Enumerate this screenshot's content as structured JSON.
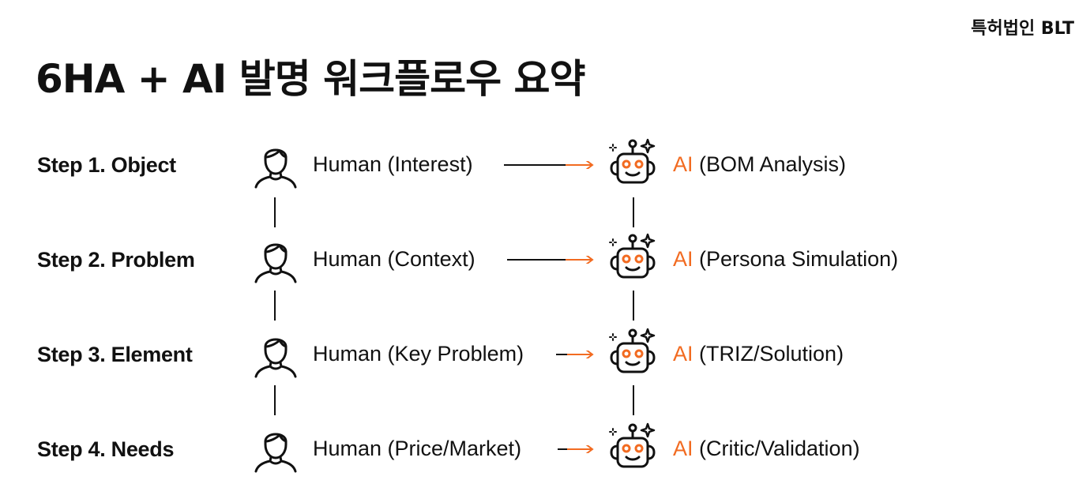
{
  "header": {
    "brand": "특허법인 BLT",
    "title": "6HA + AI 발명 워크플로우 요약"
  },
  "colors": {
    "accent": "#f26b21",
    "text": "#111111",
    "background": "#ffffff"
  },
  "steps": [
    {
      "label": "Step 1. Object",
      "human": "Human (Interest)",
      "ai_prefix": "AI",
      "ai_detail": " (BOM Analysis)",
      "human_icon": "person-icon",
      "ai_icon": "robot-icon"
    },
    {
      "label": "Step 2. Problem",
      "human": "Human (Context)",
      "ai_prefix": "AI",
      "ai_detail": " (Persona Simulation)",
      "human_icon": "person-icon",
      "ai_icon": "robot-icon"
    },
    {
      "label": "Step 3. Element",
      "human": "Human (Key Problem)",
      "ai_prefix": "AI",
      "ai_detail": " (TRIZ/Solution)",
      "human_icon": "person-icon",
      "ai_icon": "robot-icon"
    },
    {
      "label": "Step 4. Needs",
      "human": "Human (Price/Market)",
      "ai_prefix": "AI",
      "ai_detail": " (Critic/Validation)",
      "human_icon": "person-icon",
      "ai_icon": "robot-icon"
    }
  ]
}
